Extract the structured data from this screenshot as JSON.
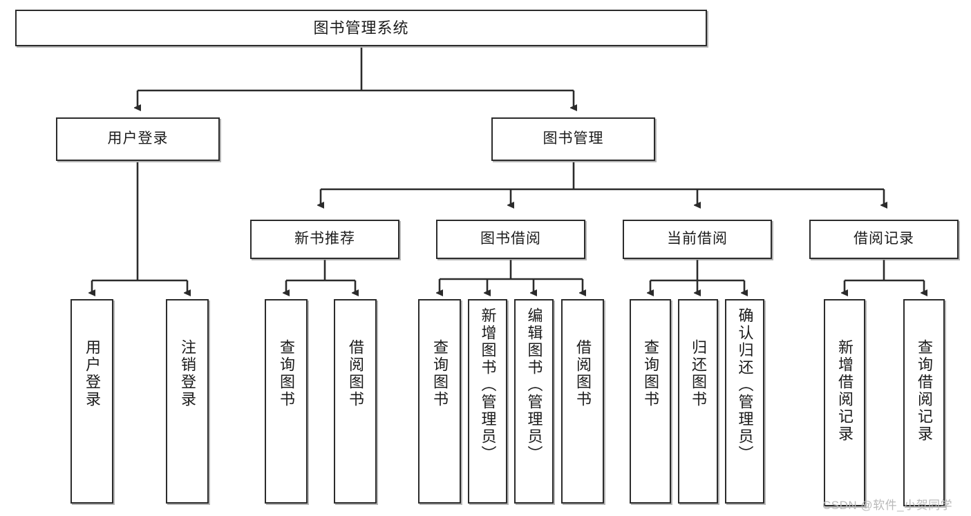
{
  "diagram": {
    "type": "tree",
    "title": "图书管理系统",
    "root": {
      "label": "图书管理系统"
    },
    "level2": [
      {
        "label": "用户登录"
      },
      {
        "label": "图书管理"
      }
    ],
    "level3": [
      {
        "label": "新书推荐"
      },
      {
        "label": "图书借阅"
      },
      {
        "label": "当前借阅"
      },
      {
        "label": "借阅记录"
      }
    ],
    "leaves": {
      "user_login": [
        {
          "label": "用户登录"
        },
        {
          "label": "注销登录"
        }
      ],
      "new_book_recommend": [
        {
          "label": "查询图书"
        },
        {
          "label": "借阅图书"
        }
      ],
      "book_borrow": [
        {
          "label": "查询图书"
        },
        {
          "label": "新增图书（管理员）"
        },
        {
          "label": "编辑图书（管理员）"
        },
        {
          "label": "借阅图书"
        }
      ],
      "current_borrow": [
        {
          "label": "查询图书"
        },
        {
          "label": "归还图书"
        },
        {
          "label": "确认归还（管理员）"
        }
      ],
      "borrow_record": [
        {
          "label": "新增借阅记录"
        },
        {
          "label": "查询借阅记录"
        }
      ]
    }
  },
  "watermark": {
    "text": "CSDN @软件_小贺同学"
  },
  "colors": {
    "border": "#2b2b2b",
    "background": "#ffffff",
    "text": "#1b1b1b",
    "watermark": "#b9b9b9"
  }
}
